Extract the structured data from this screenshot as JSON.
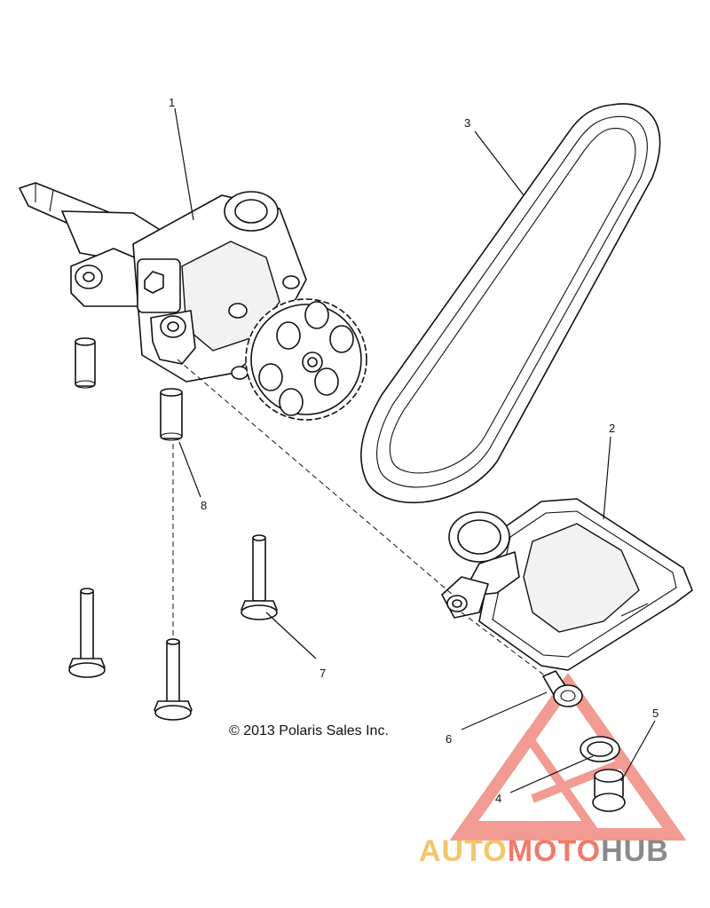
{
  "callouts": {
    "c1": "1",
    "c2": "2",
    "c3": "3",
    "c4": "4",
    "c5": "5",
    "c6": "6",
    "c7": "7",
    "c8": "8"
  },
  "copyright": "© 2013 Polaris Sales Inc.",
  "watermark": {
    "part1": "AUTO",
    "part2": "MOTO",
    "part3": "HUB",
    "color1": "#f5c56b",
    "color2": "#ef7b6b",
    "color3": "#8a8a8a",
    "triangle_color": "#e84a3a"
  }
}
